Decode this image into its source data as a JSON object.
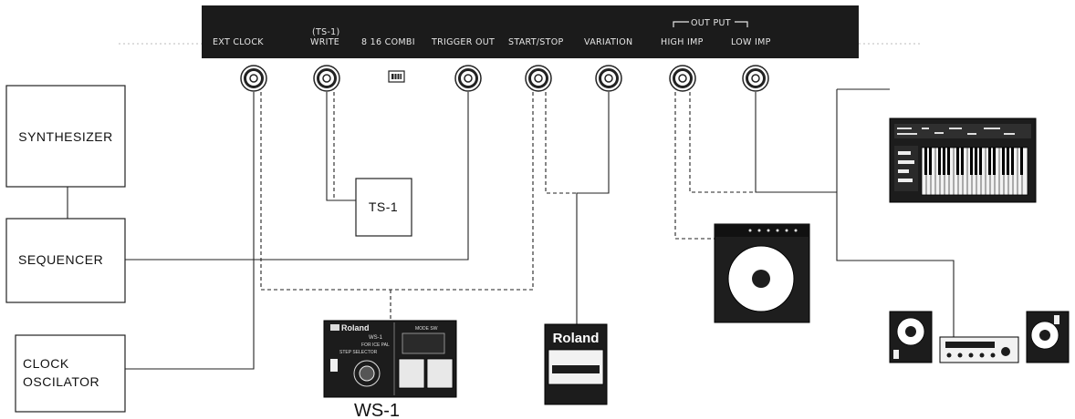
{
  "panel": {
    "jacks": {
      "ext_clock": "EXT CLOCK",
      "ts1_top": "(TS-1)",
      "ts1_bottom": "WRITE",
      "combi": "8 16 COMBI",
      "trigger_out": "TRIGGER OUT",
      "start_stop": "START/STOP",
      "variation": "VARIATION",
      "output": "OUT PUT",
      "high_imp": "HIGH IMP",
      "low_imp": "LOW IMP"
    }
  },
  "devices": {
    "synthesizer": "SYNTHESIZER",
    "sequencer": "SEQUENCER",
    "clock_line1": "CLOCK",
    "clock_line2": "OSCILATOR",
    "ts1": "TS-1",
    "ws1_caption": "WS-1",
    "ws1_brand": "Roland",
    "ws1_model": "WS-1",
    "ws1_sub": "FOR ICE PAL",
    "ws1_step": "STEP SELECTOR",
    "ws1_mode": "MODE SW",
    "pedal_brand": "Roland"
  }
}
